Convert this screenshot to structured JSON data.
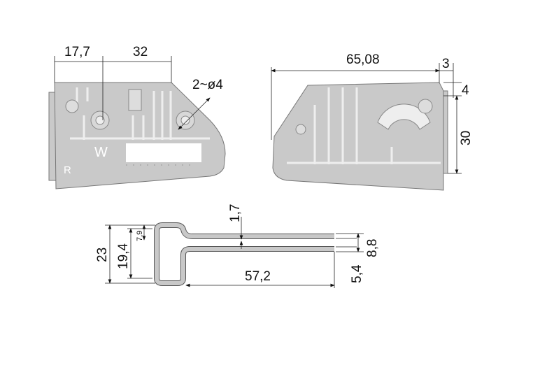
{
  "left_view": {
    "dim_width_a": "17,7",
    "dim_width_b": "32",
    "dim_holes": "2~ø4",
    "marking_w": "W",
    "marking_r": "R"
  },
  "right_view": {
    "dim_length": "65,08",
    "dim_offset": "3",
    "dim_top": "4",
    "dim_height": "30"
  },
  "profile_view": {
    "dim_thickness": "1,7",
    "dim_total_height": "23",
    "dim_inner_height": "19,4",
    "dim_top_loop": "7,9",
    "dim_gap": "8,8",
    "dim_lower": "5,4",
    "dim_leg_length": "57,2"
  }
}
